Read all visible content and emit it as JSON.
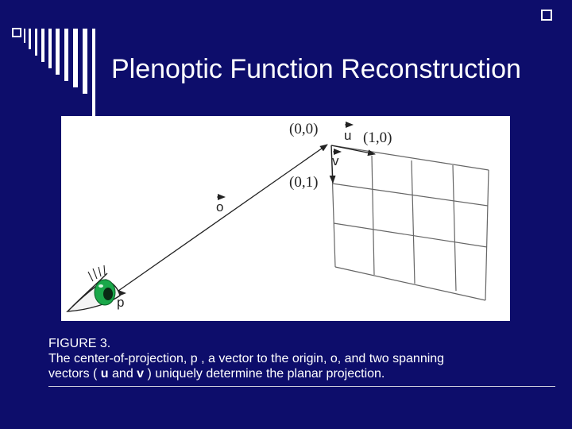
{
  "slide": {
    "title": "Plenoptic Function Reconstruction"
  },
  "figure": {
    "labels": {
      "origin": "(0,0)",
      "u_point": "(1,0)",
      "v_point": "(0,1)",
      "u_vec": "u",
      "v_vec": "v",
      "o_vec": "o",
      "p_vec": "p"
    }
  },
  "caption": {
    "heading": "FIGURE 3.",
    "line1": "The center-of-projection, p , a vector to the origin, o, and two spanning",
    "line2_pre": "vectors ( ",
    "line2_u": "u",
    "line2_mid": " and ",
    "line2_v": "v",
    "line2_post": " ) uniquely determine the planar projection."
  },
  "colors": {
    "background": "#0d0d6b",
    "eye_iris": "#1aa84a"
  }
}
